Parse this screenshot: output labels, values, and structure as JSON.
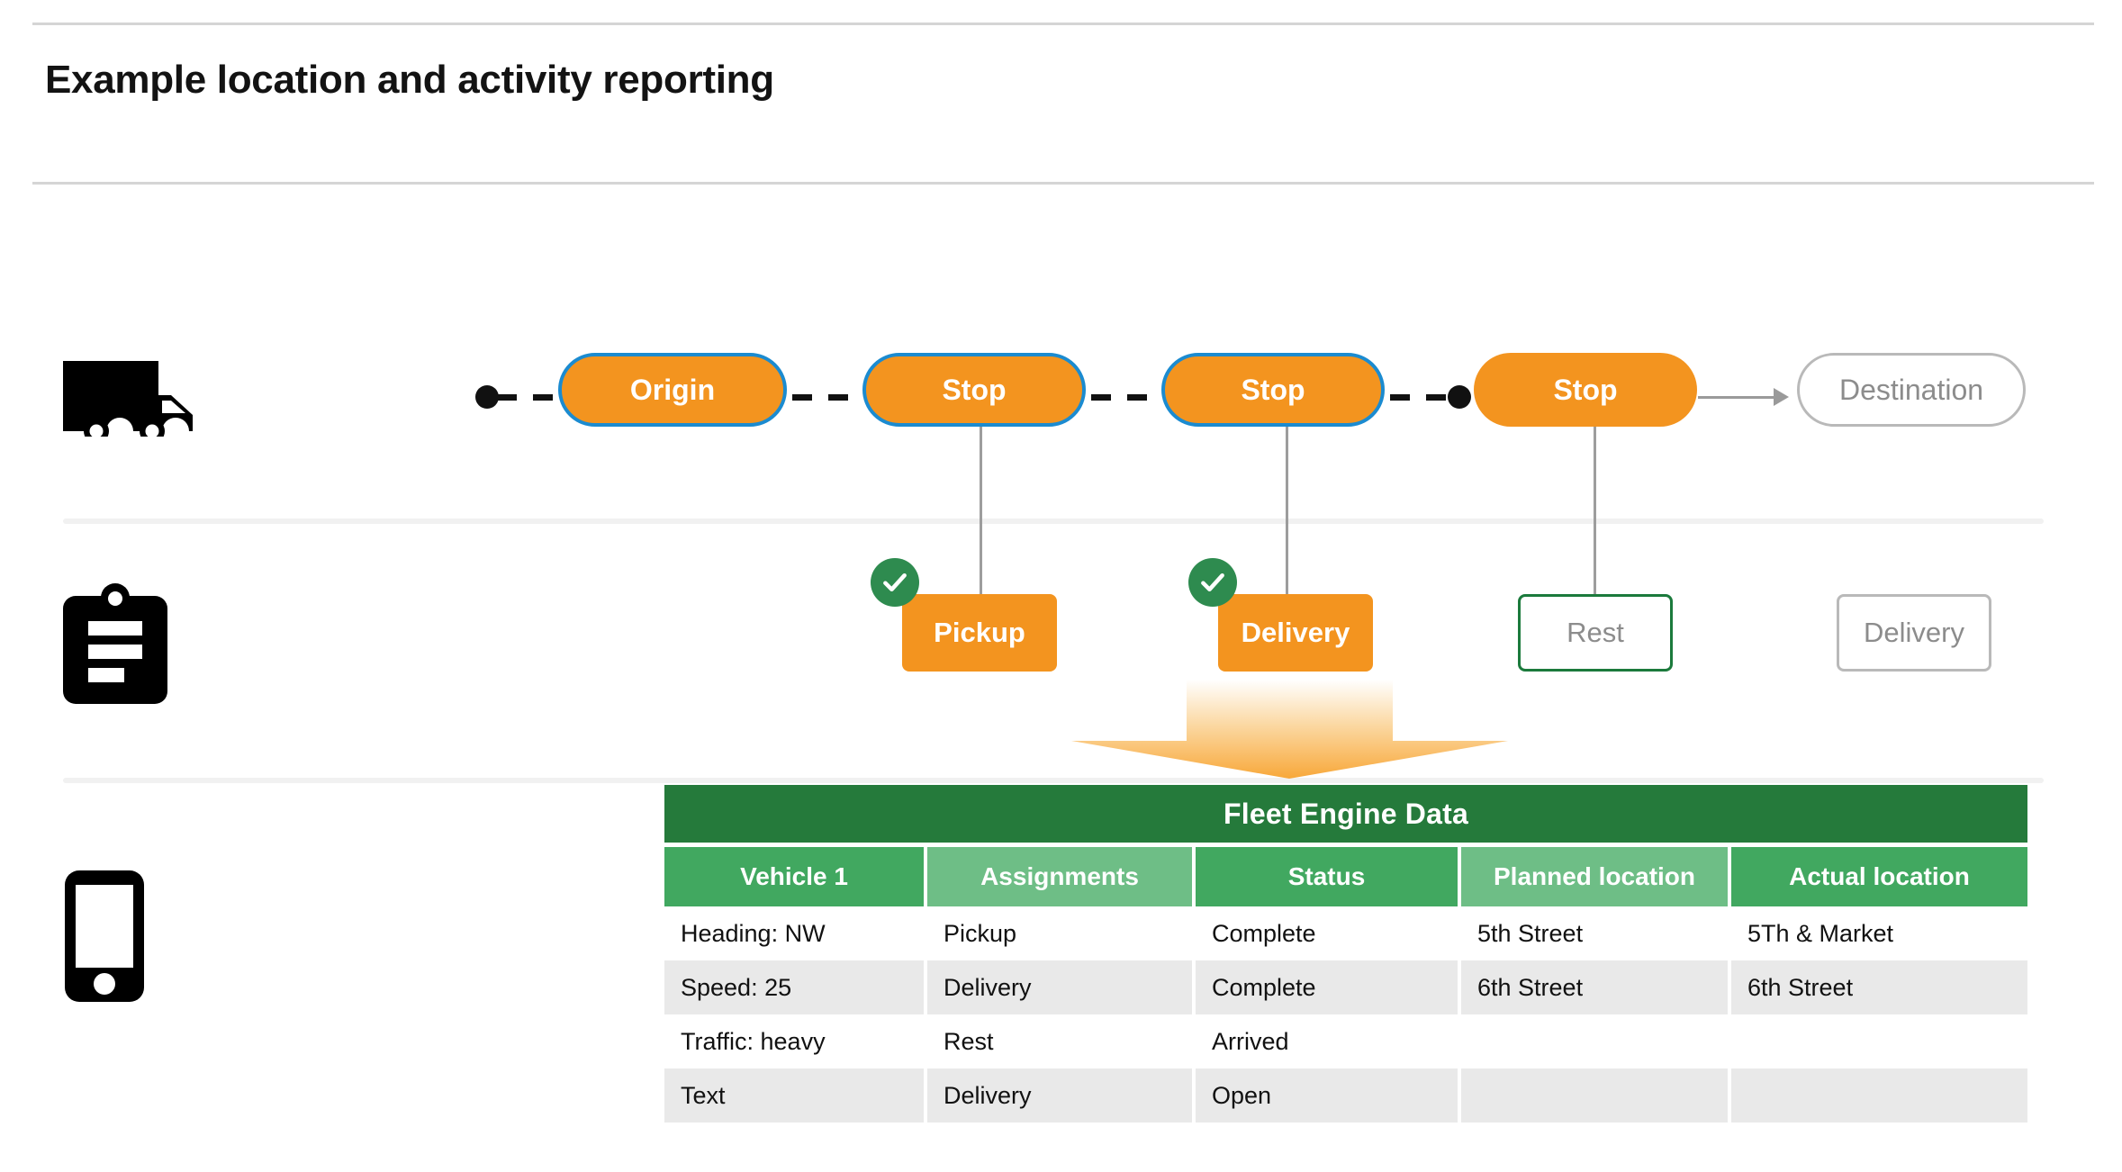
{
  "header": {
    "title": "Example location and activity reporting"
  },
  "rows": {
    "vehicle": {
      "icon": "truck-icon",
      "nodes": [
        {
          "label": "Origin",
          "style": "bordered"
        },
        {
          "label": "Stop",
          "style": "bordered"
        },
        {
          "label": "Stop",
          "style": "bordered"
        },
        {
          "label": "Stop",
          "style": "plain"
        },
        {
          "label": "Destination",
          "style": "ghost"
        }
      ]
    },
    "activity": {
      "icon": "clipboard-icon",
      "items": [
        {
          "label": "Pickup",
          "style": "filled",
          "checked": true
        },
        {
          "label": "Delivery",
          "style": "filled",
          "checked": true
        },
        {
          "label": "Rest",
          "style": "outline-green",
          "checked": false
        },
        {
          "label": "Delivery",
          "style": "outline-gray",
          "checked": false
        }
      ]
    },
    "device": {
      "icon": "phone-icon"
    }
  },
  "table": {
    "title": "Fleet Engine Data",
    "columns": [
      "Vehicle 1",
      "Assignments",
      "Status",
      "Planned location",
      "Actual location"
    ],
    "rows": [
      [
        "Heading: NW",
        "Pickup",
        "Complete",
        "5th Street",
        "5Th & Market"
      ],
      [
        "Speed: 25",
        "Delivery",
        "Complete",
        "6th Street",
        "6th Street"
      ],
      [
        "Traffic: heavy",
        "Rest",
        "Arrived",
        "",
        ""
      ],
      [
        "Text",
        "Delivery",
        "Open",
        "",
        ""
      ]
    ]
  },
  "colors": {
    "orange": "#F3941F",
    "blue_border": "#1B8BD0",
    "green_check": "#2E8B4F",
    "green_dark": "#257A3B",
    "green_head_dark": "#41A860",
    "green_head_light": "#6EBE86",
    "gray_outline": "#b9b9b9",
    "row_alt": "#e9e9e9"
  }
}
